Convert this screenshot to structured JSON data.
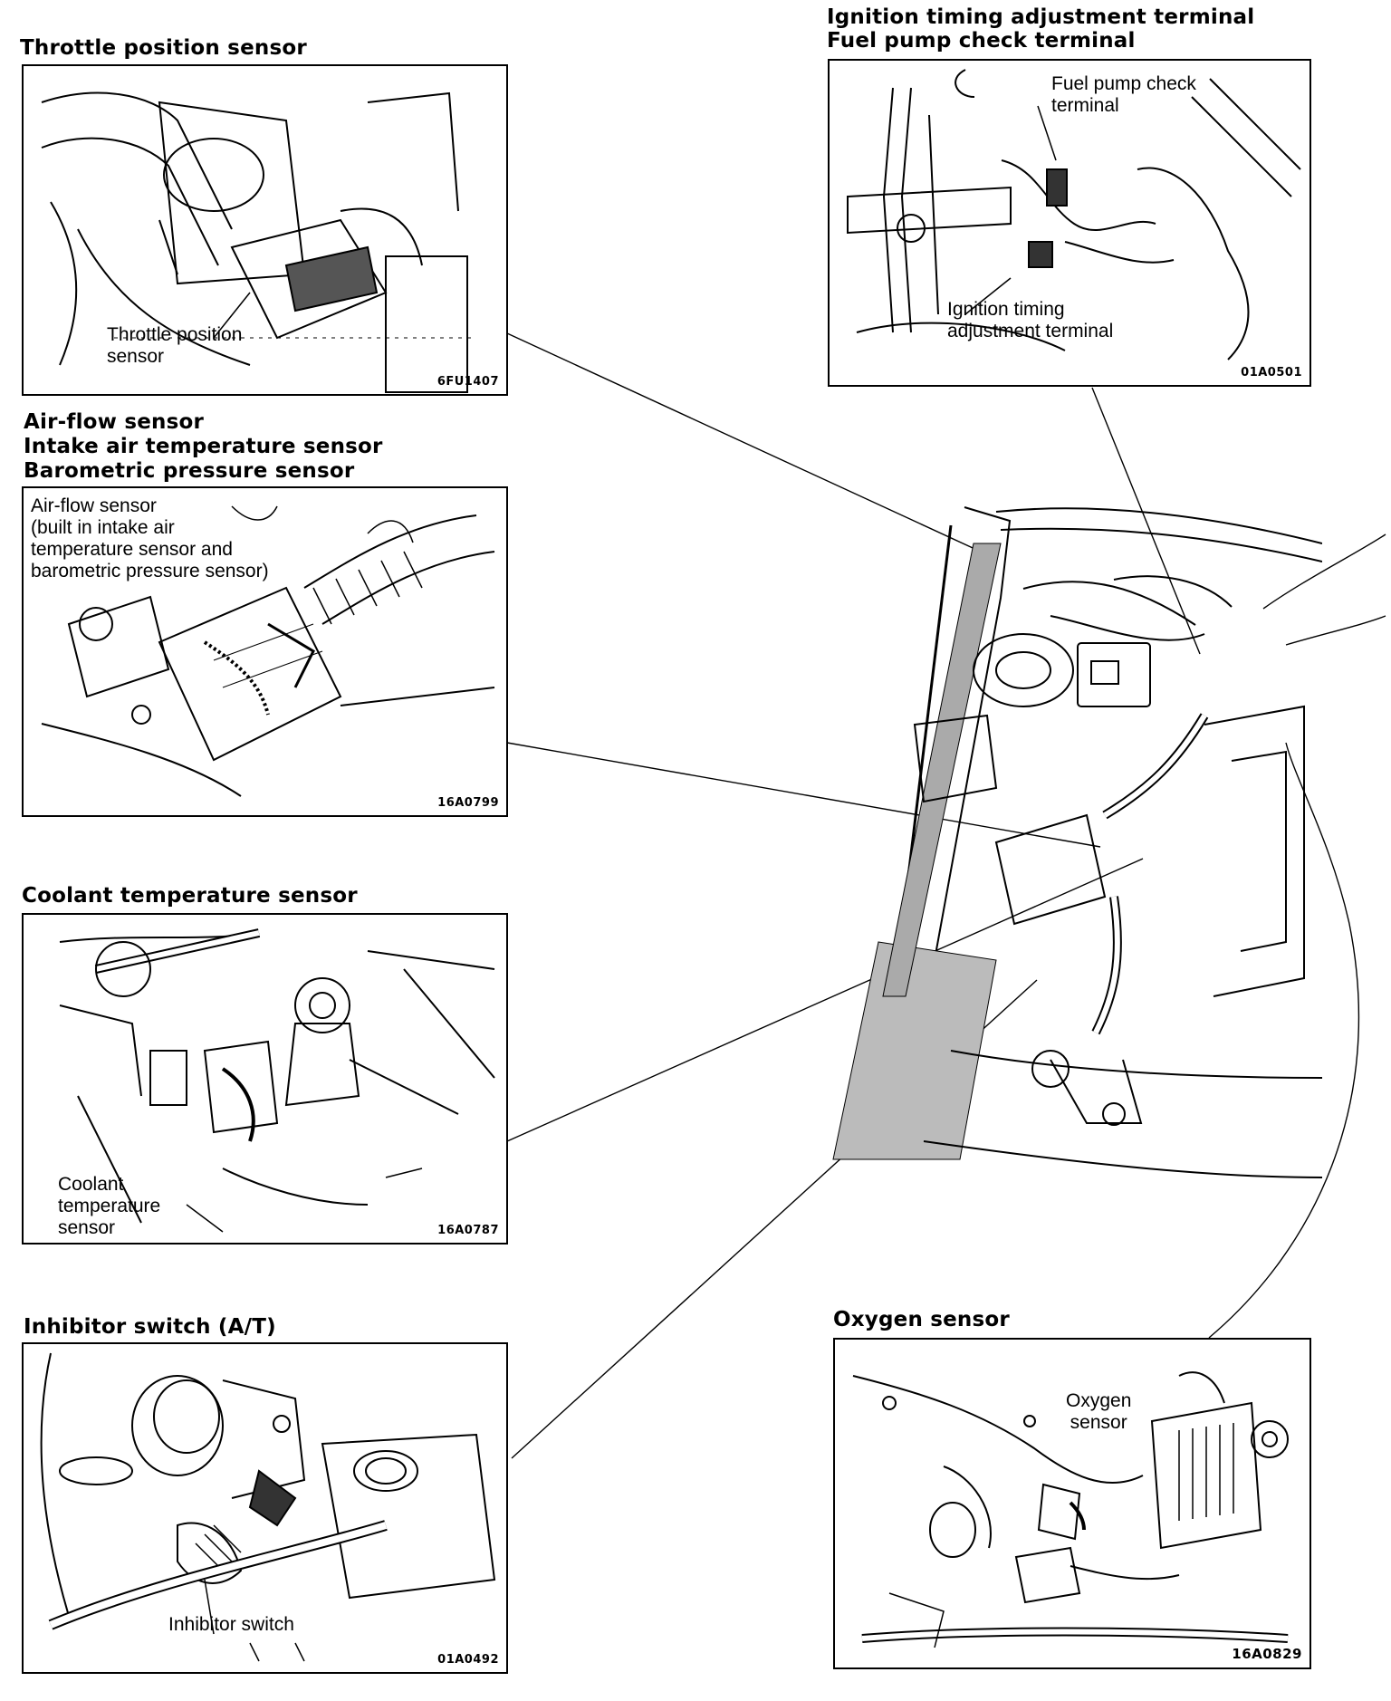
{
  "panels": [
    {
      "id": "throttle",
      "heading": "Throttle position sensor",
      "callouts": [
        "Throttle position\nsensor"
      ],
      "code": "6FU1407"
    },
    {
      "id": "ignition",
      "heading": "Ignition timing adjustment terminal\nFuel pump check terminal",
      "callouts": [
        "Fuel pump check\nterminal",
        "Ignition timing\nadjustment terminal"
      ],
      "code": "01A0501"
    },
    {
      "id": "airflow",
      "heading": "Air-flow sensor\nIntake air temperature sensor\nBarometric pressure sensor",
      "callouts": [
        "Air-flow sensor\n(built in intake air\ntemperature sensor and\nbarometric pressure sensor)"
      ],
      "code": "16A0799"
    },
    {
      "id": "coolant",
      "heading": "Coolant temperature sensor",
      "callouts": [
        "Coolant\ntemperature\nsensor"
      ],
      "code": "16A0787"
    },
    {
      "id": "inhibitor",
      "heading": "Inhibitor switch (A/T)",
      "callouts": [
        "Inhibitor switch"
      ],
      "code": "01A0492"
    },
    {
      "id": "oxygen",
      "heading": "Oxygen sensor",
      "callouts": [
        "Oxygen\nsensor"
      ],
      "code": "16A0829"
    }
  ],
  "icons": {
    "engine_bay": "engine-bay-illustration",
    "leader": "leader-line"
  },
  "colors": {
    "line": "#000000",
    "background": "#ffffff"
  }
}
